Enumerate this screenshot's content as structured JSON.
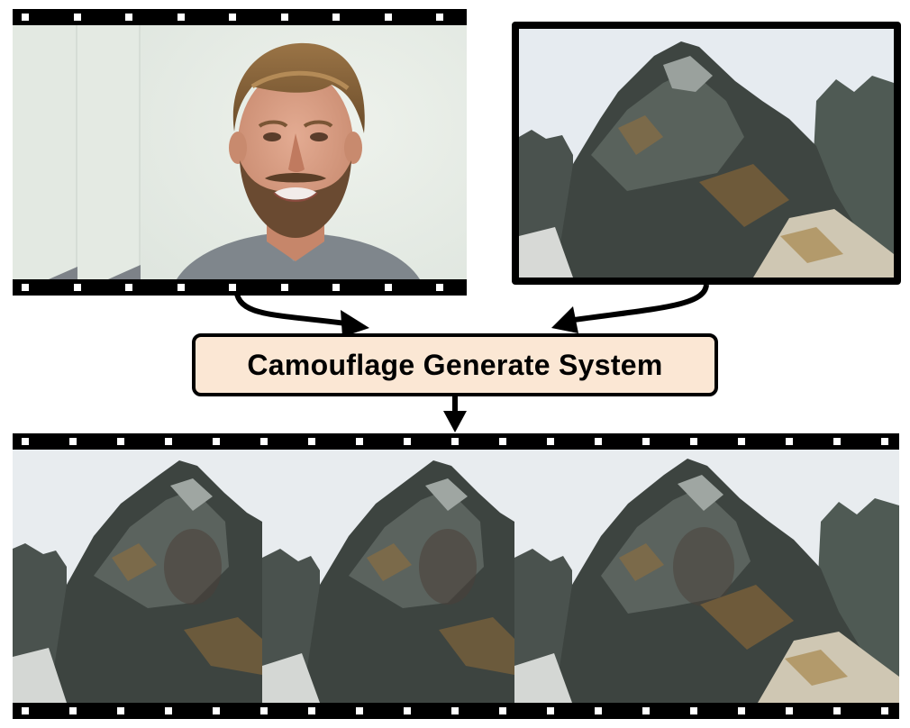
{
  "system": {
    "label": "Camouflage Generate System"
  },
  "colors": {
    "film": "#000000",
    "system_box_fill": "#fbe7d4",
    "sky": "#e9edf2",
    "backdrop": "#e4eae4"
  },
  "icons": {
    "input_video": "face-video-film-strip",
    "input_image": "mountain-landscape-photo",
    "output_video": "camouflaged-video-film-strip"
  }
}
